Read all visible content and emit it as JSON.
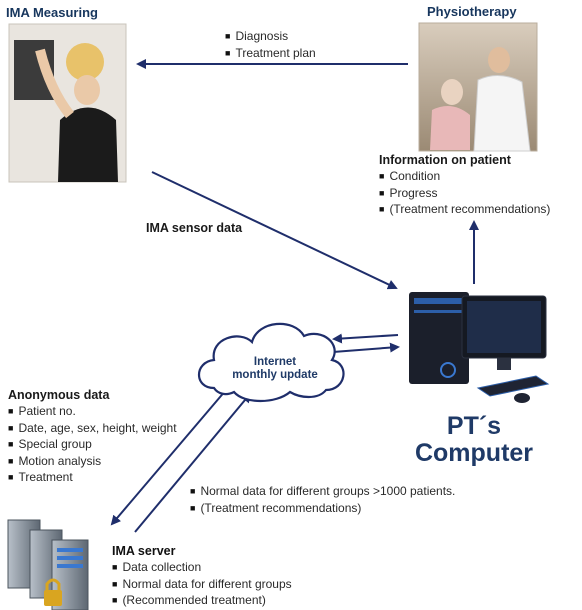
{
  "ima_measuring": {
    "title": "IMA Measuring"
  },
  "physiotherapy": {
    "title": "Physiotherapy"
  },
  "diagnosis_list": [
    "Diagnosis",
    "Treatment plan"
  ],
  "patient_info": {
    "title": "Information on patient",
    "items": [
      "Condition",
      "Progress",
      "(Treatment recommendations)"
    ]
  },
  "sensor_label": "IMA sensor data",
  "cloud": {
    "line1": "Internet",
    "line2": "monthly update"
  },
  "computer": {
    "line1": "PT´s",
    "line2": "Computer"
  },
  "anonymous": {
    "title": "Anonymous  data",
    "items": [
      "Patient no.",
      "Date, age, sex, height, weight",
      "Special group",
      "Motion analysis",
      "Treatment"
    ]
  },
  "normal_data": [
    "Normal data for different groups >1000 patients.",
    "(Treatment recommendations)"
  ],
  "server": {
    "title": "IMA server",
    "items": [
      "Data collection",
      "Normal data for different groups",
      "(Recommended treatment)"
    ]
  },
  "colors": {
    "arrow": "#1f2e6b",
    "title": "#17365d",
    "pc_label": "#1f3a67"
  }
}
